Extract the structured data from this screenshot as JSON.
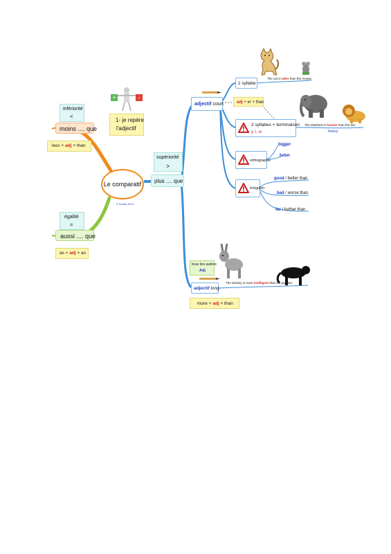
{
  "center": {
    "label": "Le comparatif",
    "credit": "© bobby 2010"
  },
  "step": {
    "line1": "1- je repère",
    "line2": "l'adjectif"
  },
  "inferiority": {
    "label": "infériorité",
    "symbol": "<",
    "phrase": "moins .... que",
    "formula_a": "less +",
    "formula_adj": "adj",
    "formula_b": "+ than"
  },
  "equality": {
    "label": "égalité",
    "symbol": "=",
    "phrase": "aussi .... que",
    "formula_a": "as +",
    "formula_adj": "adj",
    "formula_b": "+ as"
  },
  "superiority": {
    "label": "supériorité",
    "symbol": ">",
    "phrase": "plus .... que"
  },
  "short": {
    "label_a": "adjectif",
    "label_b": "court",
    "one_syllable": {
      "label": "1 syllabe",
      "example_a": "The cat is",
      "example_word": "taller",
      "example_b": "than the mouse.",
      "rule_a": "adj",
      "rule_b": "+ er + than"
    },
    "two_syllables": {
      "label": "2 syllabes + terminaison",
      "ending": "y, l, w",
      "example_a": "The elephant is",
      "example_word": "heavier",
      "example_b": "than the lion.",
      "base": "heavy"
    },
    "spelling": {
      "label": "orthographe",
      "word1": "bigger",
      "word2": "fatter"
    },
    "irregular": {
      "label": "irrégulier",
      "row1_a": "good",
      "row1_b": "/ better than",
      "row2_a": "bad",
      "row2_b": "/ worse than",
      "row3_a": "far",
      "row3_b": "/ further than"
    }
  },
  "long": {
    "note_a": "tous les autres",
    "note_b": "Adj",
    "label_a": "adjectif",
    "label_b": "long",
    "example_a": "The donkey is more",
    "example_word": "intelligent",
    "example_b": "than the panther.",
    "formula_a": "more +",
    "formula_adj": "adj",
    "formula_b": "+ than"
  },
  "colors": {
    "orange": "#f08a1c",
    "green": "#8dc63f",
    "blue": "#3c8ed9",
    "red": "#d31f1f"
  }
}
